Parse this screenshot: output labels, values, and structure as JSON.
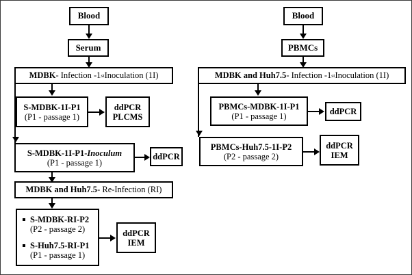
{
  "figure": {
    "title": "Experimental design flowchart",
    "border_color": "#3a3a3a",
    "box_border_color": "#000000",
    "background": "#ffffff"
  },
  "left_branch": {
    "blood": "Blood",
    "serum": "Serum",
    "header": {
      "bold": "MDBK",
      "rest_a": " - Infection -1",
      "sup": "st",
      "rest_b": " Inoculation (1I)"
    },
    "s_mdbk_1i_p1": {
      "line1": "S-MDBK-1I-P1",
      "line2": "(P1 - passage 1)"
    },
    "ddpcr_plcms": {
      "line1": "ddPCR",
      "line2": "PLCMS"
    },
    "inoculum": {
      "line1_a": "S-MDBK-1I-P1-",
      "line1_b": "Inoculum",
      "line2": "(P1 - passage 1)"
    },
    "ddpcr": {
      "line1": "ddPCR"
    },
    "reinfection_header": {
      "bold": "MDBK and Huh7.5",
      "rest": " - Re-Infection (RI)"
    },
    "reinfection_items": [
      {
        "title": "S-MDBK-RI-P2",
        "sub": "(P2 - passage 2)"
      },
      {
        "title": "S-Huh7.5-RI-P1",
        "sub": "(P1 - passage 1)"
      }
    ],
    "ddpcr_iem": {
      "line1": "ddPCR",
      "line2": "IEM"
    }
  },
  "right_branch": {
    "blood": "Blood",
    "pbmcs": "PBMCs",
    "header": {
      "bold": "MDBK and Huh7.5",
      "rest_a": " - Infection -1",
      "sup": "st",
      "rest_b": " Inoculation (1I)"
    },
    "pbmcs_mdbk_1i_p1": {
      "line1": "PBMCs-MDBK-1I-P1",
      "line2": "(P1 - passage 1)"
    },
    "ddpcr": {
      "line1": "ddPCR"
    },
    "pbmcs_huh_1i_p2": {
      "line1": "PBMCs-Huh7.5-1I-P2",
      "line2": "(P2 - passage 2)"
    },
    "ddpcr_iem": {
      "line1": "ddPCR",
      "line2": "IEM"
    }
  }
}
